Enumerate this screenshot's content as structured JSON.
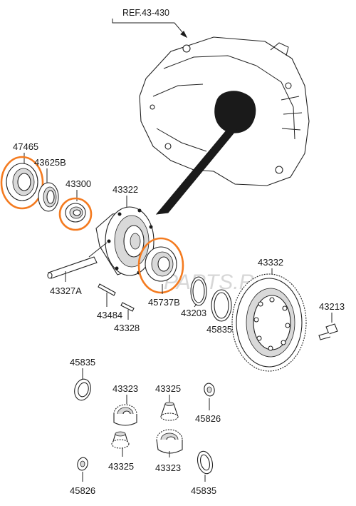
{
  "diagram": {
    "reference": "REF.43-430",
    "watermark": "PARTS.R",
    "highlight_color": "#f47b20",
    "parts": {
      "p47465": "47465",
      "p43625B": "43625B",
      "p43300": "43300",
      "p43322": "43322",
      "p43327A": "43327A",
      "p43484": "43484",
      "p43328": "43328",
      "p45737B": "45737B",
      "p43203": "43203",
      "p45835_a": "45835",
      "p43332": "43332",
      "p43213": "43213",
      "p45835_b": "45835",
      "p43323_a": "43323",
      "p43325_a": "43325",
      "p45826_a": "45826",
      "p45826_b": "45826",
      "p43325_b": "43325",
      "p43323_b": "43323",
      "p45835_c": "45835"
    }
  }
}
